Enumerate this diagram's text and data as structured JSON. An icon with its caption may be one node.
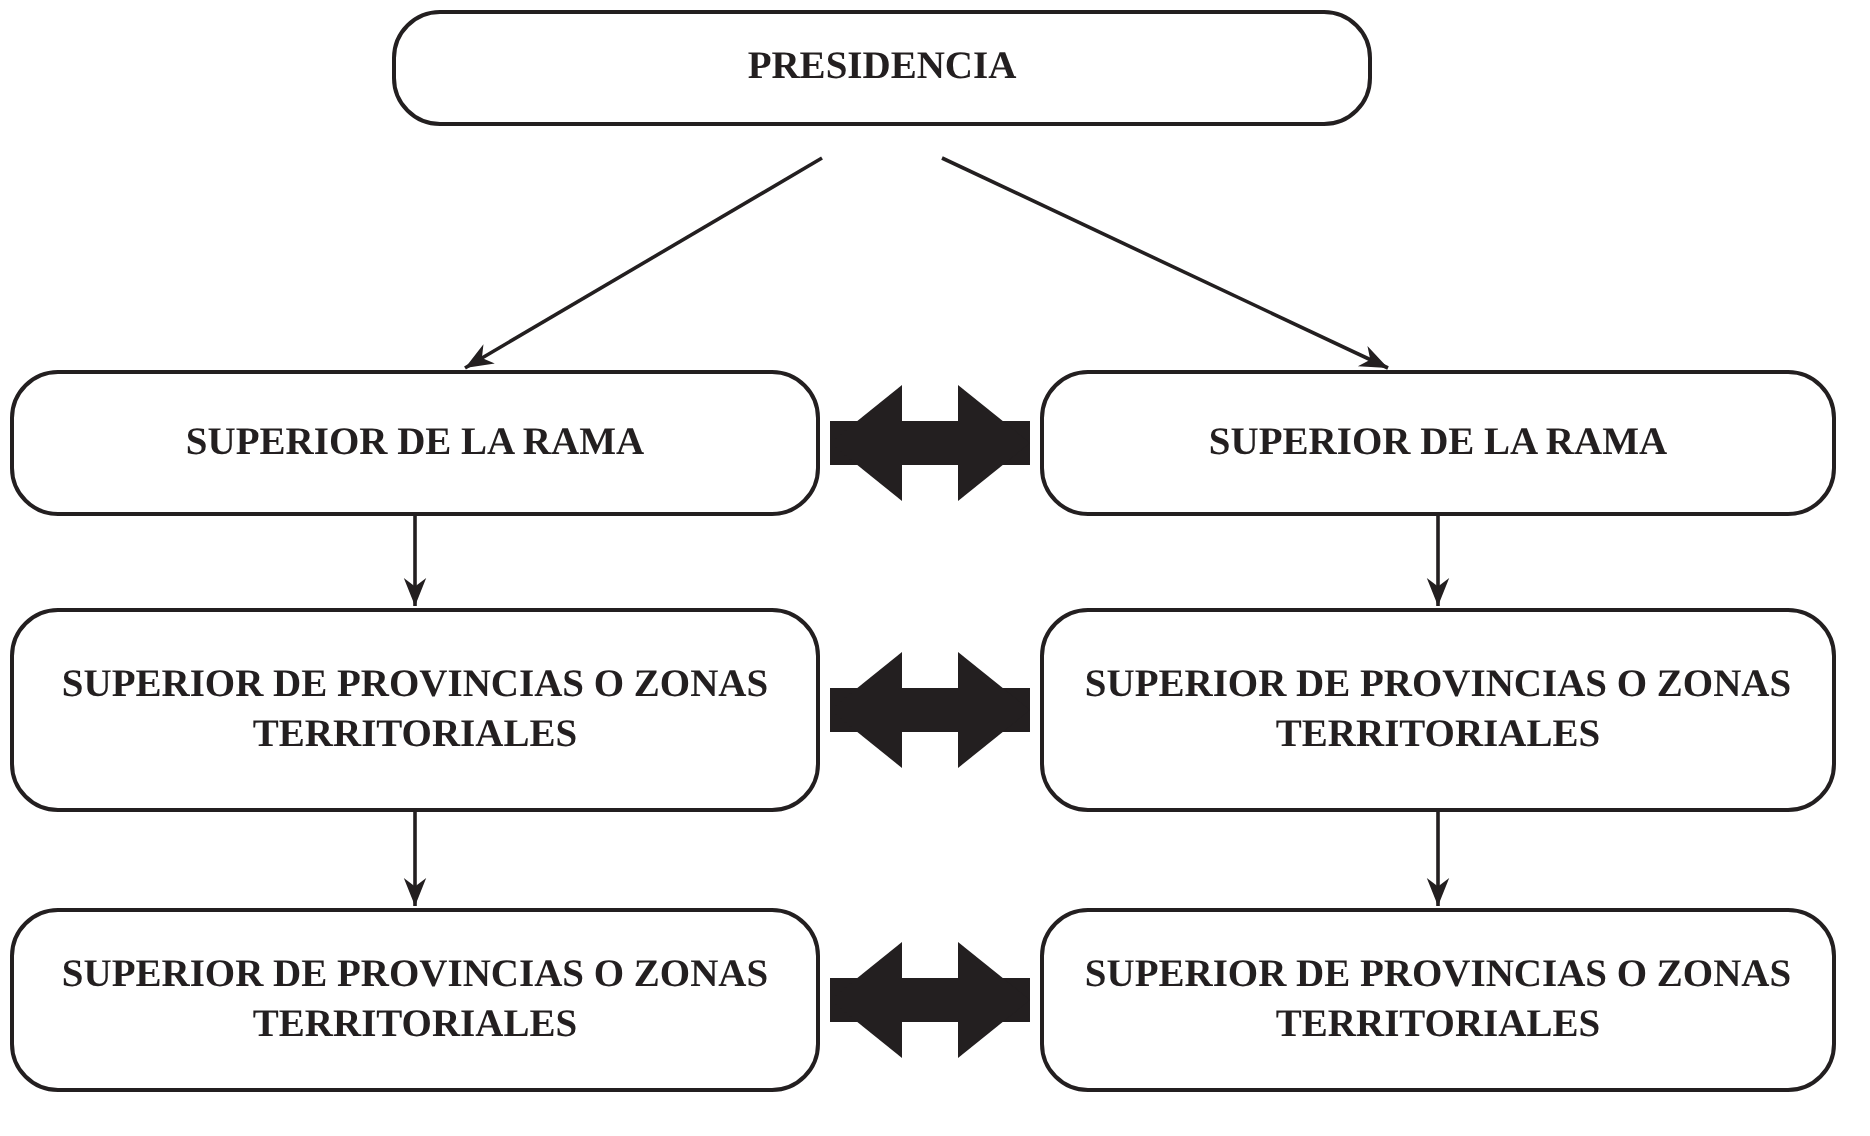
{
  "diagram": {
    "nodes": [
      {
        "text": [
          "PRESIDENCIA"
        ]
      },
      {
        "text": [
          "SUPERIOR DE LA RAMA"
        ]
      },
      {
        "text": [
          "SUPERIOR DE LA RAMA"
        ]
      },
      {
        "text": [
          "SUPERIOR DE PROVINCIAS O ZONAS TERRITORIALES"
        ]
      },
      {
        "text": [
          "SUPERIOR DE PROVINCIAS O ZONAS TERRITORIALES"
        ]
      },
      {
        "text": [
          "SUPERIOR DE PROVINCIAS O ZONAS TERRITORIALES"
        ]
      },
      {
        "text": [
          "SUPERIOR DE PROVINCIAS O ZONAS TERRITORIALES"
        ]
      }
    ],
    "edges": [
      {
        "from": 0,
        "to": 1,
        "arrow": "to"
      },
      {
        "from": 0,
        "to": 2,
        "arrow": "to"
      },
      {
        "from": 1,
        "to": 2,
        "arrow": "both",
        "style": "thick"
      },
      {
        "from": 1,
        "to": 3,
        "arrow": "to"
      },
      {
        "from": 2,
        "to": 4,
        "arrow": "to"
      },
      {
        "from": 3,
        "to": 4,
        "arrow": "both",
        "style": "thick"
      },
      {
        "from": 3,
        "to": 5,
        "arrow": "to"
      },
      {
        "from": 4,
        "to": 6,
        "arrow": "to"
      },
      {
        "from": 5,
        "to": 6,
        "arrow": "both",
        "style": "thick"
      }
    ]
  }
}
